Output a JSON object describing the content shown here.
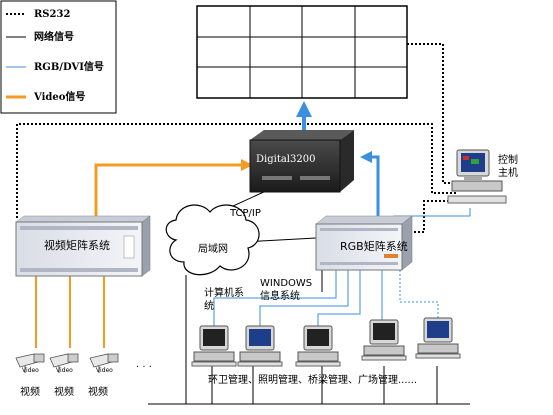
{
  "colors": {
    "rs232": "#000000",
    "network": "#000000",
    "rgb_dvi": "#3a8fe0",
    "video": "#f59a22"
  },
  "legend": {
    "rs232": "RS232",
    "network": "网络信号",
    "rgb_dvi": "RGB/DVI信号",
    "video": "Video信号"
  },
  "devices": {
    "digital_label": "Digital3200",
    "video_matrix_label": "视频矩阵系统",
    "rgb_matrix_label": "RGB矩阵系统",
    "lan_label": "局域网",
    "tcpip_label": "TCP/IP",
    "windows_label": "WINDOWS",
    "info_system_label": "信息系统",
    "computer_system_line1": "计算机系",
    "computer_system_line2": "统",
    "control_host_line1": "控制",
    "control_host_line2": "主机",
    "mgmt_systems_label": "环卫管理、照明管理、桥梁管理、广场管理......",
    "ellipsis": "· · ·",
    "camera_model_label": "Video",
    "camera_labels": [
      "视频",
      "视频",
      "视频"
    ]
  }
}
